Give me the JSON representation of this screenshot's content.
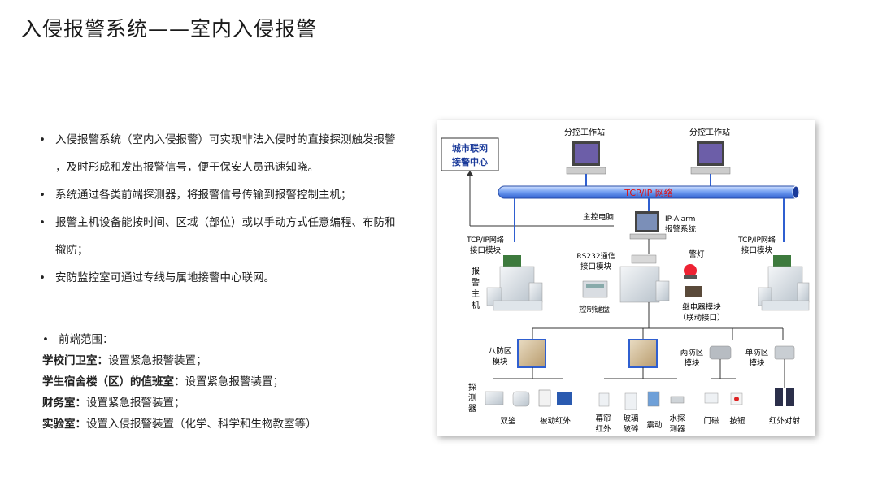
{
  "title": "入侵报警系统——室内入侵报警",
  "bullets": [
    {
      "line1": "入侵报警系统（室内入侵报警）可实现非法入侵时的直接探测触发报警",
      "line2": "，及时形成和发出报警信号，便于保安人员迅速知晓。"
    },
    {
      "line1": "系统通过各类前端探测器，将报警信号传输到报警控制主机；"
    },
    {
      "line1": " 报警主机设备能按时间、区域（部位）或以手动方式任意编程、布防和",
      "line2": "撤防；"
    },
    {
      "line1": "安防监控室可通过专线与属地接警中心联网。"
    }
  ],
  "scope": {
    "heading": "前端范围：",
    "items": [
      {
        "label": "学校门卫室：",
        "text": "设置紧急报警装置；"
      },
      {
        "label": "学生宿舍楼（区）的值班室：",
        "text": "设置紧急报警装置；"
      },
      {
        "label": "财务室：",
        "text": "设置紧急报警装置；"
      },
      {
        "label": "实验室：",
        "text": "设置入侵报警装置（化学、科学和生物教室等）"
      }
    ]
  },
  "diagram": {
    "city_center": [
      "城市联网",
      "接警中心"
    ],
    "workstation_left": "分控工作站",
    "workstation_right": "分控工作站",
    "network": "TCP/IP 网络",
    "main_pc": "主控电脑",
    "ip_alarm": [
      "IP-Alarm",
      "报警系统"
    ],
    "tcp_left": [
      "TCP/IP网络",
      "接口模块"
    ],
    "tcp_right": [
      "TCP/IP网络",
      "接口模块"
    ],
    "rs232": [
      "RS232通信",
      "接口模块"
    ],
    "warning_light": "警灯",
    "host": [
      "报",
      "警",
      "主",
      "机"
    ],
    "keyboard": "控制键盘",
    "relay": [
      "继电器模块",
      "（联动接口）"
    ],
    "eight_zone": [
      "八防区",
      "模块"
    ],
    "two_zone": [
      "两防区",
      "模块"
    ],
    "single_zone": [
      "单防区",
      "模块"
    ],
    "detector": [
      "探",
      "测",
      "器"
    ],
    "dual": "双鉴",
    "pir": "被动红外",
    "curtain": [
      "幕帘",
      "红外"
    ],
    "glass": [
      "玻璃",
      "破碎"
    ],
    "vibration": "震动",
    "water": [
      "水探",
      "测器"
    ],
    "door": "门磁",
    "button": "按钮",
    "beam": "红外对射",
    "colors": {
      "network_pipe": "#3b6fd6",
      "network_text": "#e01010",
      "line_blue": "#2f5fd0",
      "line_dark": "#333333"
    }
  }
}
